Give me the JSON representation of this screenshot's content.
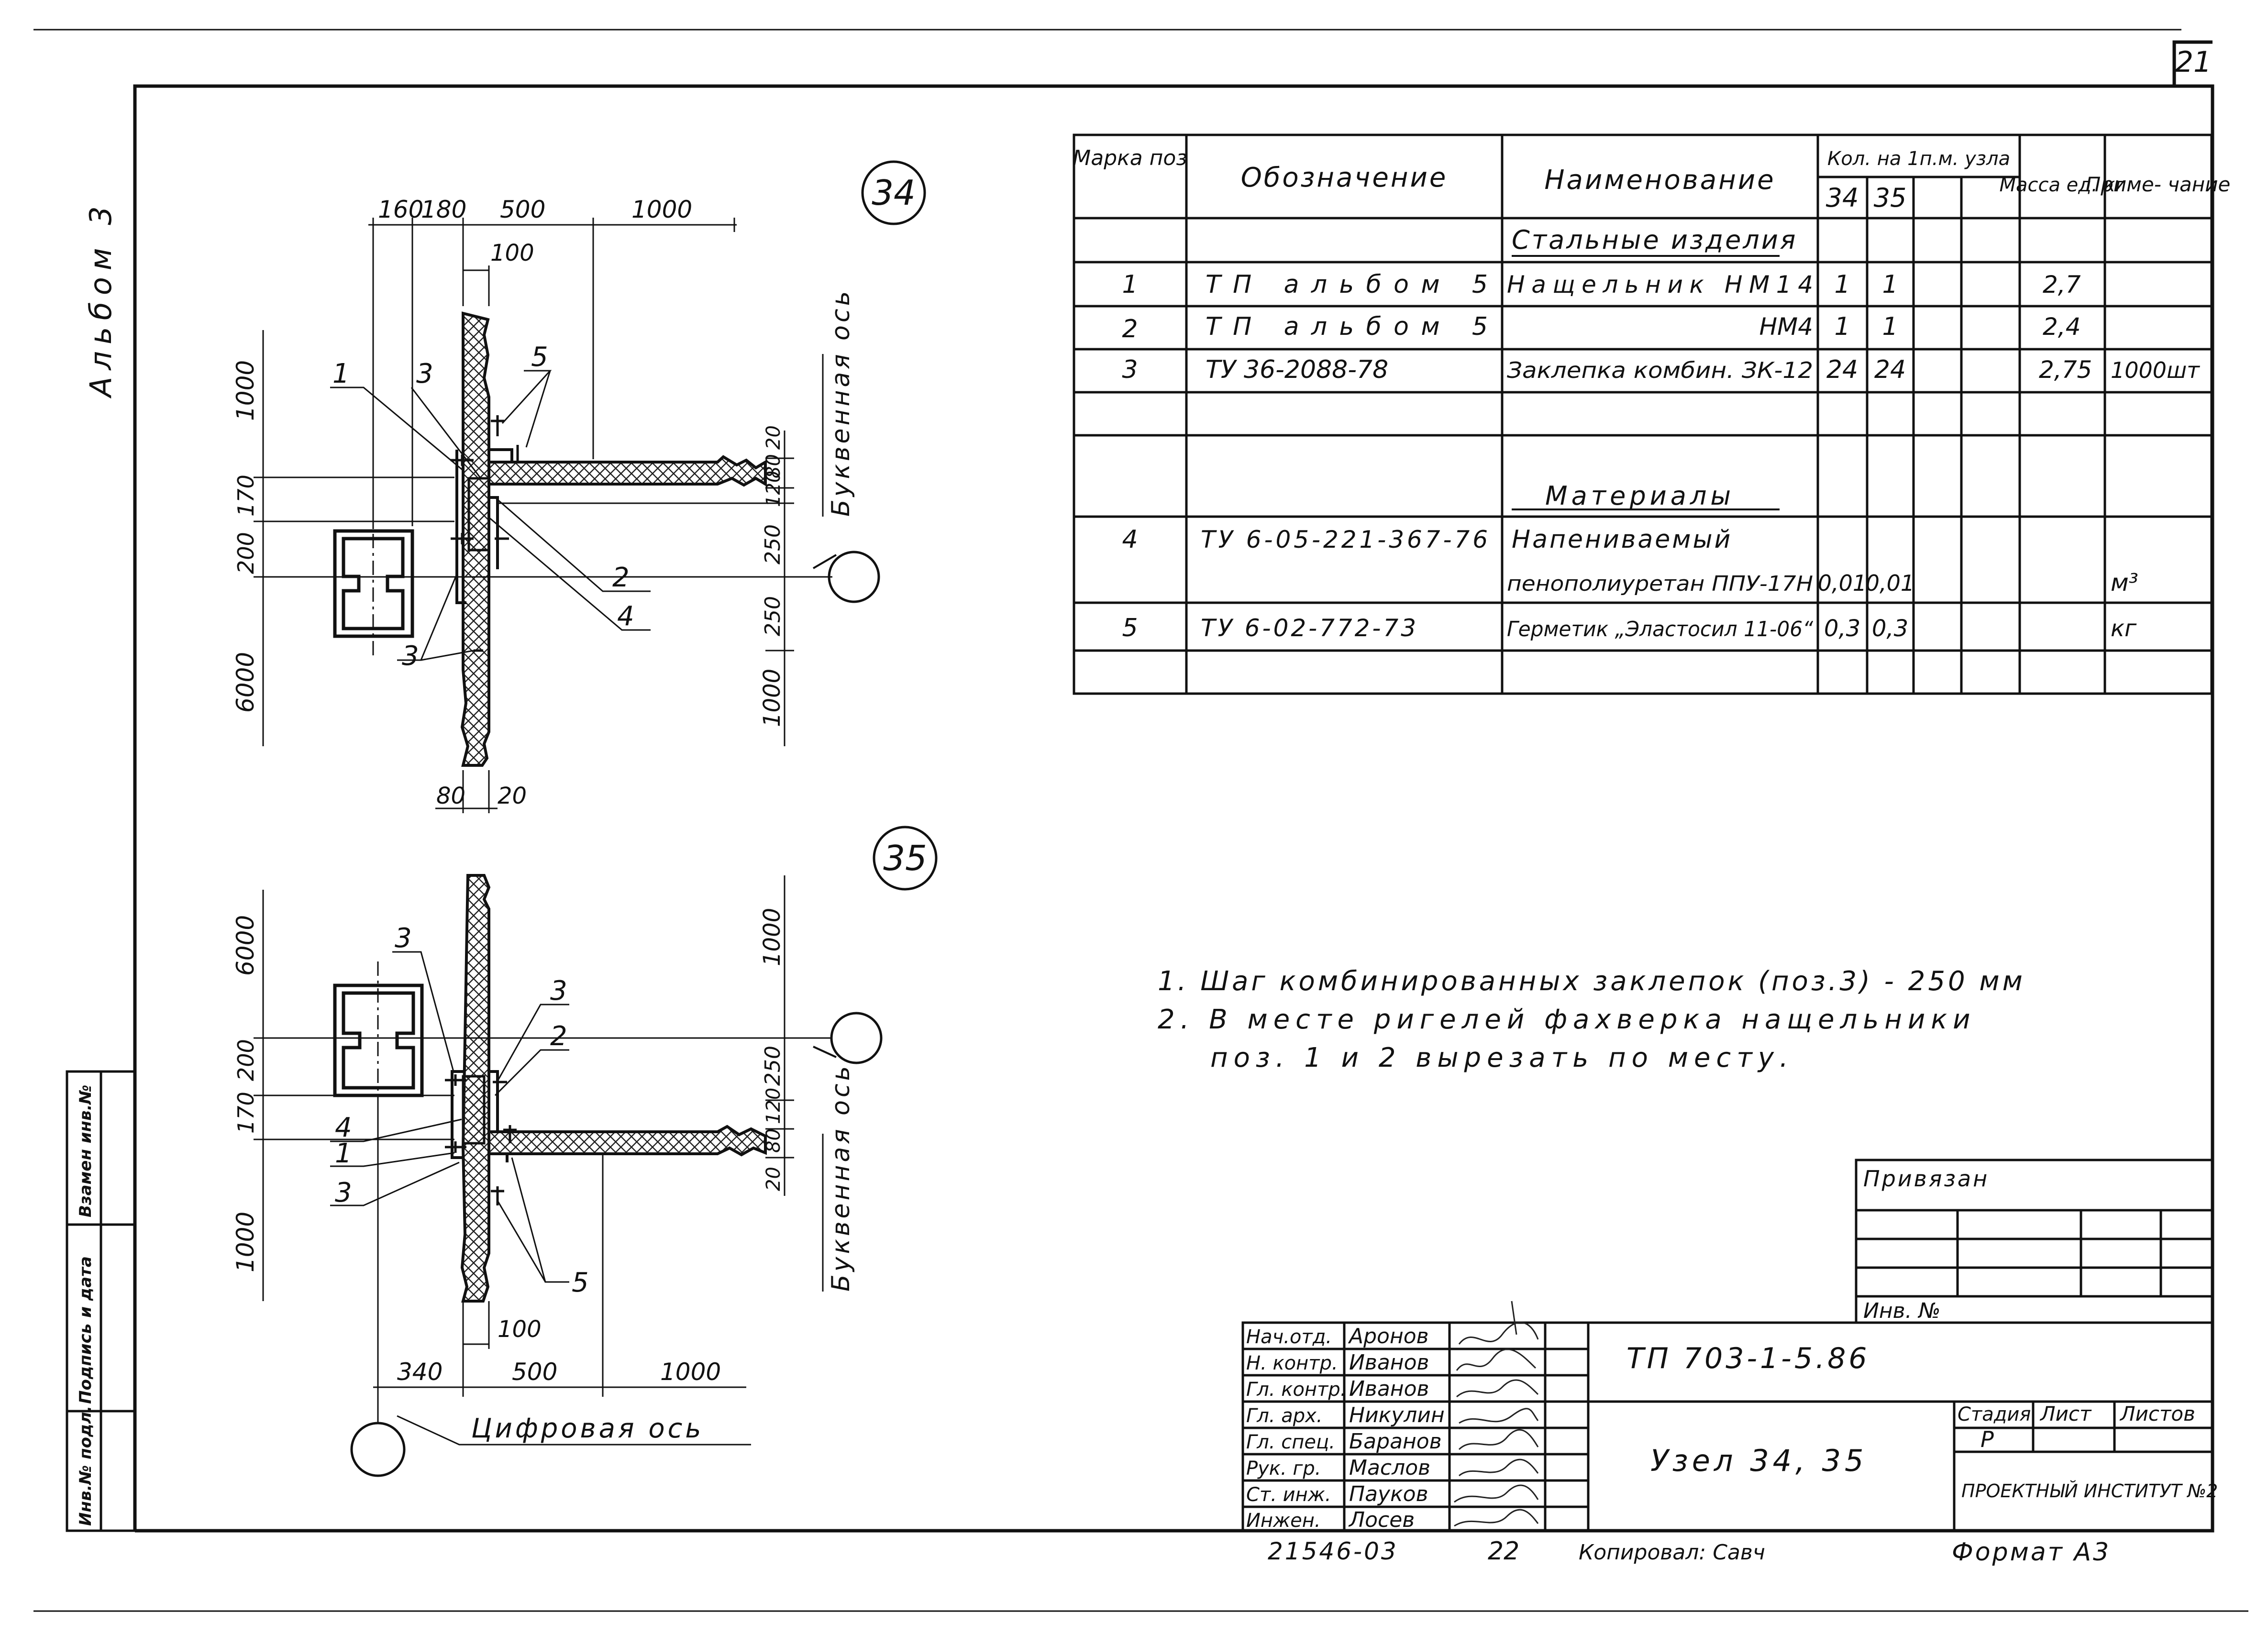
{
  "page": {
    "sheet_number": "21",
    "album_label": "Альбом 3",
    "margin_stamp": {
      "cells": [
        "Инв.№ подл.",
        "Подпись и дата",
        "Взамен инв.№"
      ]
    }
  },
  "node34": {
    "number": "34",
    "dims": {
      "top": [
        "160",
        "180",
        "500",
        "1000"
      ],
      "web": "100",
      "left": [
        "1000",
        "170",
        "200",
        "6000"
      ],
      "right": [
        "20",
        "80",
        "120",
        "250",
        "250",
        "1000"
      ],
      "bottom": [
        "80",
        "20"
      ]
    },
    "callouts": [
      "1",
      "3",
      "5",
      "2",
      "4",
      "3"
    ],
    "axis_label": "Буквенная ось"
  },
  "node35": {
    "number": "35",
    "dims": {
      "left": [
        "6000",
        "200",
        "170",
        "1000"
      ],
      "right": [
        "1000",
        "250",
        "120",
        "80",
        "20"
      ],
      "bottom": [
        "340",
        "500",
        "1000"
      ],
      "web": "100"
    },
    "callouts": [
      "3",
      "3",
      "2",
      "4",
      "1",
      "3",
      "5"
    ],
    "axis_label": "Буквенная ось",
    "digital_axis_label": "Цифровая ось"
  },
  "spec_table": {
    "headers": {
      "mark": "Марка поз",
      "designation": "Обозначение",
      "name": "Наименование",
      "qty": "Кол. на 1п.м. узла",
      "qty_34": "34",
      "qty_35": "35",
      "mass": "Масса ед. кг",
      "note": "Приме- чание"
    },
    "section_steel": "Стальные изделия",
    "section_materials": "Материалы",
    "rows": [
      {
        "pos": "1",
        "designation": "ТП альбом 5",
        "name": "Нащельник НМ14",
        "q34": "1",
        "q35": "1",
        "mass": "2,7",
        "note": ""
      },
      {
        "pos": "2",
        "designation": "ТП альбом 5",
        "name": "НМ4",
        "q34": "1",
        "q35": "1",
        "mass": "2,4",
        "note": ""
      },
      {
        "pos": "3",
        "designation": "ТУ 36-2088-78",
        "name": "Заклепка комбин. ЗК-12",
        "q34": "24",
        "q35": "24",
        "mass": "2,75",
        "note": "1000шт"
      },
      {
        "pos": "4",
        "designation": "ТУ 6-05-221-367-76",
        "name": "Напениваемый",
        "q34": "",
        "q35": "",
        "mass": "",
        "note": ""
      },
      {
        "pos": "",
        "designation": "",
        "name": "пенополиуретан ППУ-17Н",
        "q34": "0,01",
        "q35": "0,01",
        "mass": "",
        "note": "м³"
      },
      {
        "pos": "5",
        "designation": "ТУ 6-02-772-73",
        "name": "Герметик „Эластосил 11-06“",
        "q34": "0,3",
        "q35": "0,3",
        "mass": "",
        "note": "кг"
      }
    ]
  },
  "notes": [
    "1. Шаг комбинированных заклепок (поз.3) - 250 мм",
    "2. В месте ригелей фахверка нащельники",
    "поз. 1 и 2 вырезать по месту."
  ],
  "title_block": {
    "bound_label": "Привязан",
    "inv_label": "Инв. №",
    "staff": [
      {
        "role": "Нач.отд.",
        "name": "Аронов"
      },
      {
        "role": "Н. контр.",
        "name": "Иванов"
      },
      {
        "role": "Гл. контр.",
        "name": "Иванов"
      },
      {
        "role": "Гл. арх.",
        "name": "Никулин"
      },
      {
        "role": "Гл. спец.",
        "name": "Баранов"
      },
      {
        "role": "Рук. гр.",
        "name": "Маслов"
      },
      {
        "role": "Ст. инж.",
        "name": "Пауков"
      },
      {
        "role": "Инжен.",
        "name": "Лосев"
      }
    ],
    "code": "ТП 703-1-5.86",
    "title": "Узел 34, 35",
    "stage_label": "Стадия",
    "sheet_label": "Лист",
    "sheets_label": "Листов",
    "stage": "Р",
    "institute": "ПРОЕКТНЫЙ ИНСТИТУТ №2",
    "format": "Формат А3",
    "copied": "Копировал: Савч",
    "inventory_number": "21546-03",
    "inventory_sheet": "22"
  }
}
